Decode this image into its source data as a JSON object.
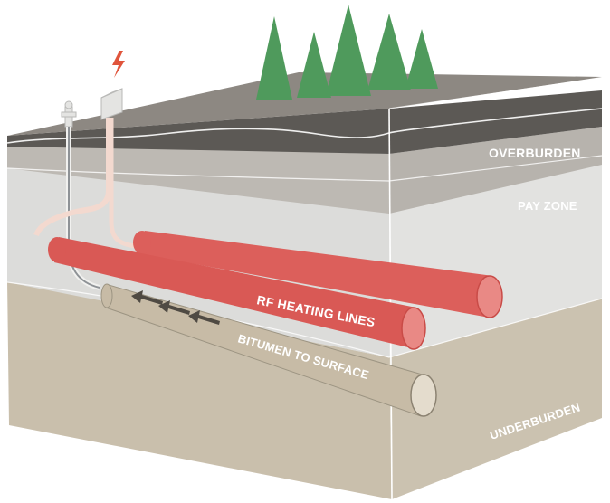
{
  "diagram": {
    "labels": {
      "overburden": "OVERBURDEN",
      "pay_zone": "PAY ZONE",
      "rf_heating_lines": "RF HEATING LINES",
      "bitumen_to_surface": "BITUMEN TO SURFACE",
      "underburden": "UNDERBURDEN"
    },
    "colors": {
      "surface_top": "#8d8882",
      "surface_dark_band": "#5c5955",
      "overburden": "#bdb9b3",
      "pay_zone": "#dcdcda",
      "underburden": "#c9bfac",
      "rf_pipe": "#dc5f5b",
      "rf_pipe_end": "#e98985",
      "bitumen_pipe": "#c7bba6",
      "trees": "#4f9a5c",
      "lightning": "#e0553c"
    },
    "icons": [
      "lightning-icon",
      "tree-icon",
      "flow-arrow-icon"
    ]
  }
}
